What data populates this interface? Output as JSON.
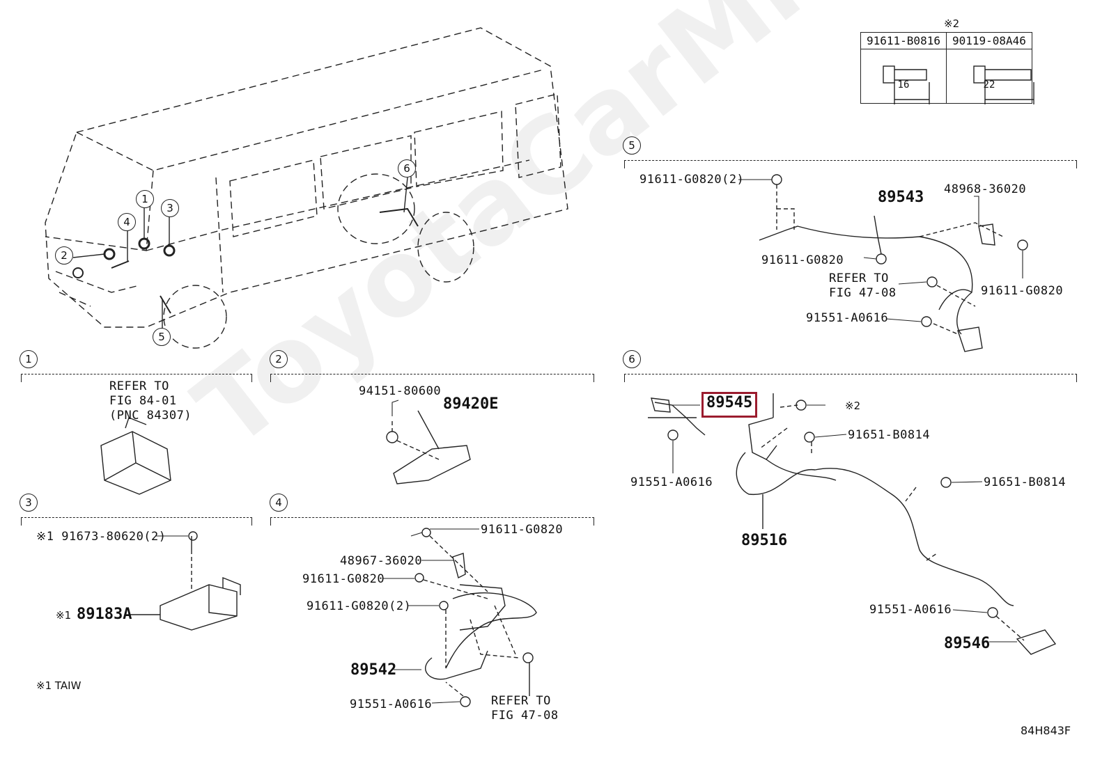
{
  "watermark": "ToyotaCarMine.ru",
  "diagram_code": "84H843F",
  "fastener_table": {
    "marker": "※2",
    "headers": [
      "91611-B0816",
      "90119-08A46"
    ],
    "lengths": [
      "16",
      "22"
    ]
  },
  "vehicle_callouts": [
    "1",
    "2",
    "3",
    "4",
    "5",
    "6"
  ],
  "sec1": {
    "num": "1",
    "refer": [
      "REFER TO",
      "FIG 84-01",
      "(PNC 84307)"
    ]
  },
  "sec2": {
    "num": "2",
    "labels": [
      "94151-80600",
      "89420E"
    ]
  },
  "sec3": {
    "num": "3",
    "bolt": "※1 91673-80620(2)",
    "part": "89183A",
    "part_mark": "※1",
    "note": "※1 TAIW"
  },
  "sec4": {
    "num": "4",
    "labels": [
      "91611-G0820",
      "48967-36020",
      "91611-G0820",
      "91611-G0820(2)",
      "89542",
      "91551-A0616"
    ],
    "refer": [
      "REFER TO",
      "FIG 47-08"
    ]
  },
  "sec5": {
    "num": "5",
    "labels": [
      "91611-G0820(2)",
      "89543",
      "48968-36020",
      "91611-G0820",
      "91611-G0820",
      "91551-A0616"
    ],
    "refer": [
      "REFER TO",
      "FIG 47-08"
    ]
  },
  "sec6": {
    "num": "6",
    "labels": [
      "89545",
      "※2",
      "91651-B0814",
      "91551-A0616",
      "91651-B0814",
      "89516",
      "91551-A0616",
      "89546"
    ]
  },
  "highlight_part": "89545"
}
